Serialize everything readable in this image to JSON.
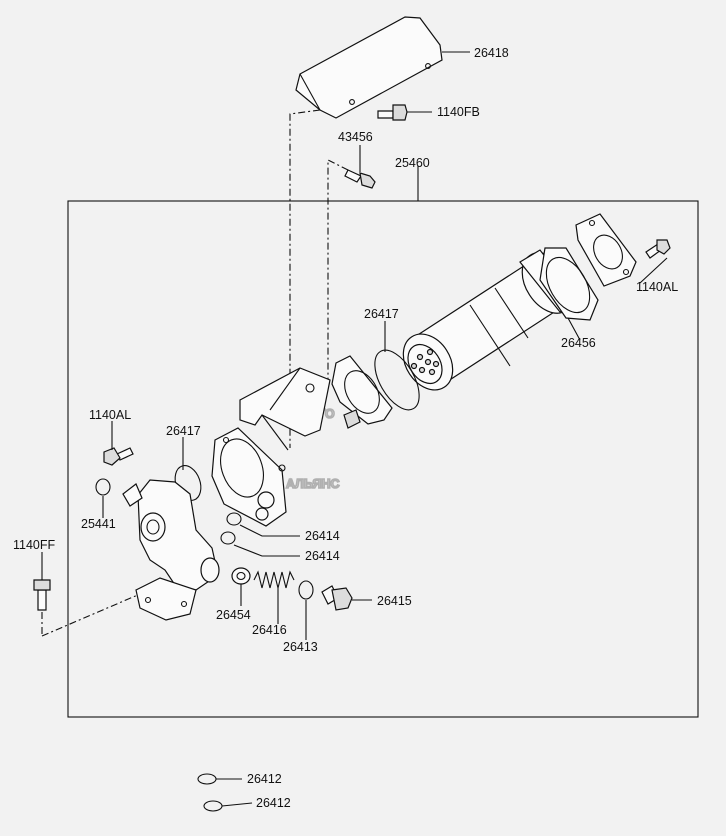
{
  "watermark": {
    "line1": "АВТО",
    "line2": "АЛЬЯНС"
  },
  "labels": {
    "p26418": "26418",
    "p1140FB": "1140FB",
    "p43456": "43456",
    "p25460": "25460",
    "p1140AL_right": "1140AL",
    "p26456": "26456",
    "p26417_top": "26417",
    "p1140AL_left": "1140AL",
    "p26417_left": "26417",
    "p25441": "25441",
    "p1140FF": "1140FF",
    "p26414_a": "26414",
    "p26414_b": "26414",
    "p26454": "26454",
    "p26416": "26416",
    "p26413": "26413",
    "p26415": "26415",
    "p26412_a": "26412",
    "p26412_b": "26412"
  },
  "colors": {
    "background": "#f2f2f2",
    "line": "#111111",
    "watermark": "#9a9a9a"
  }
}
